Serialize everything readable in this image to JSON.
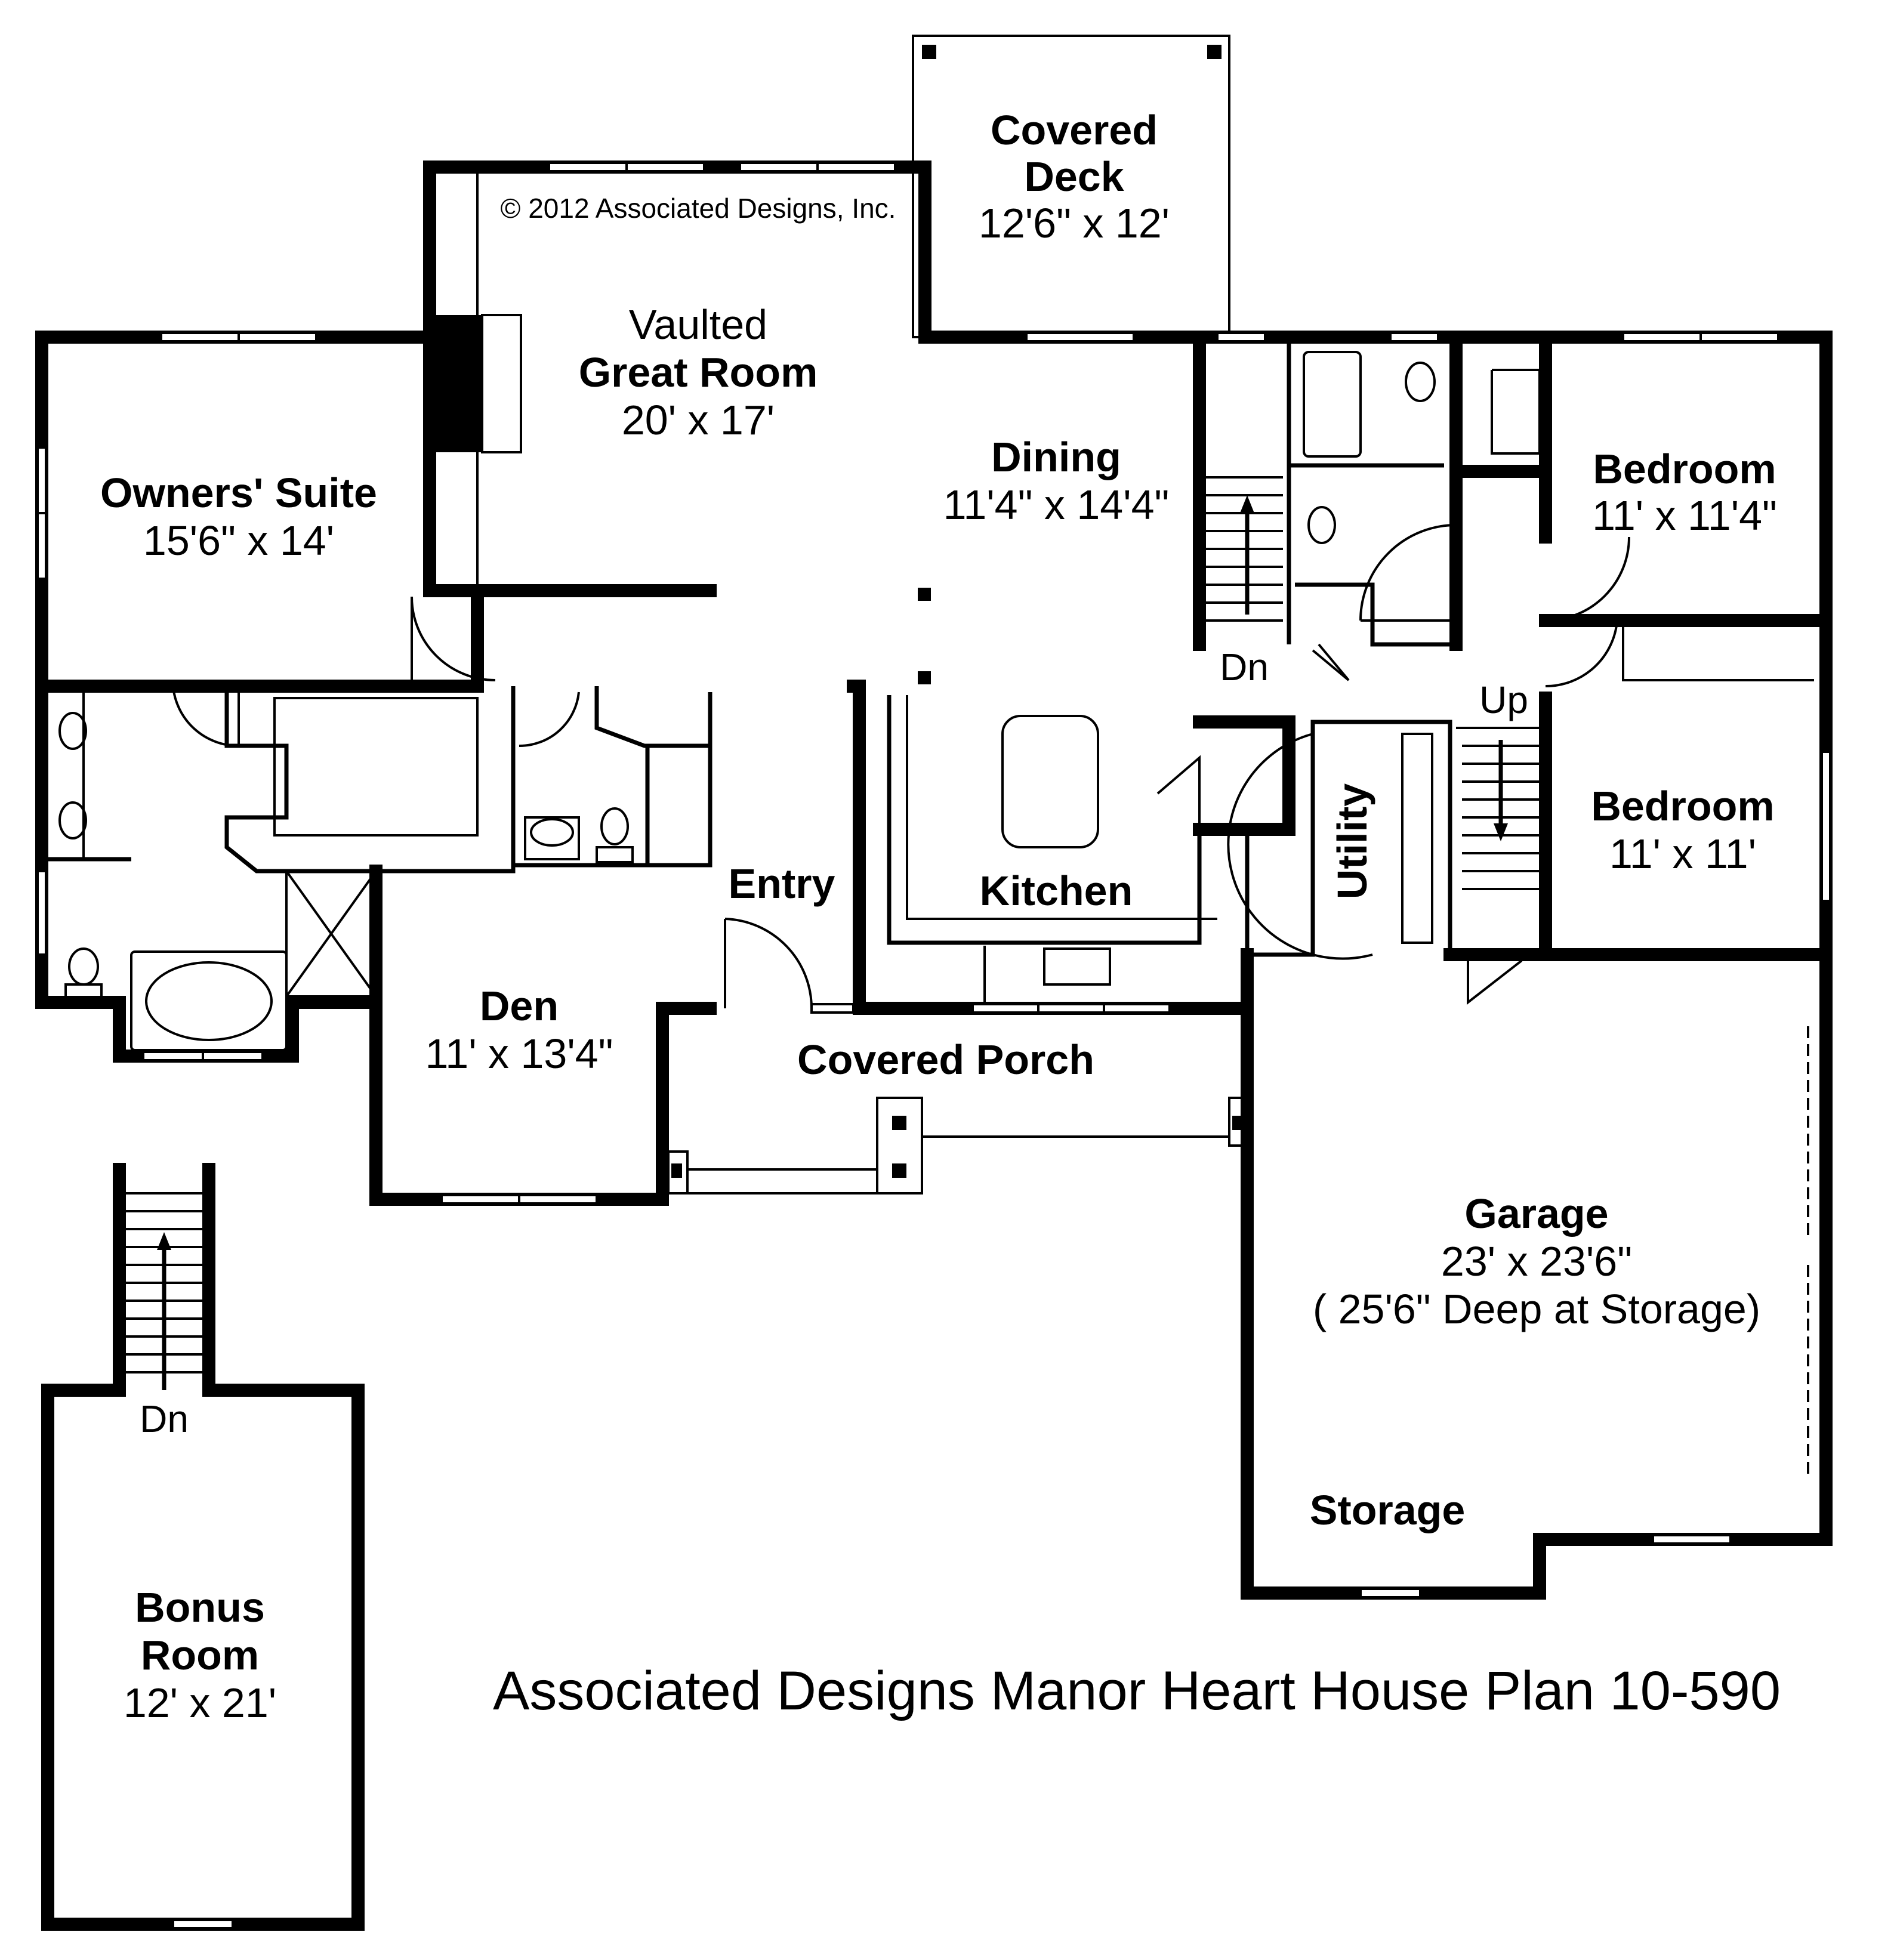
{
  "copyright": "© 2012 Associated Designs, Inc.",
  "plan_title": "Associated Designs Manor Heart House Plan 10-590",
  "rooms": {
    "covered_deck": {
      "name_line1": "Covered",
      "name_line2": "Deck",
      "size": "12'6\" x 12'"
    },
    "great_room": {
      "qualifier": "Vaulted",
      "name": "Great Room",
      "size": "20' x 17'"
    },
    "owners_suite": {
      "name": "Owners' Suite",
      "size": "15'6\" x 14'"
    },
    "dining": {
      "name": "Dining",
      "size": "11'4\" x 14'4\""
    },
    "bedroom_1": {
      "name": "Bedroom",
      "size": "11' x 11'4\""
    },
    "bedroom_2": {
      "name": "Bedroom",
      "size": "11' x 11'"
    },
    "kitchen": {
      "name": "Kitchen"
    },
    "entry": {
      "name": "Entry"
    },
    "utility": {
      "name": "Utility"
    },
    "den": {
      "name": "Den",
      "size": "11' x 13'4\""
    },
    "covered_porch": {
      "name": "Covered Porch"
    },
    "garage": {
      "name": "Garage",
      "size": "23' x 23'6\"",
      "note": "( 25'6\" Deep at Storage)"
    },
    "storage": {
      "name": "Storage"
    },
    "bonus_room": {
      "name_line1": "Bonus",
      "name_line2": "Room",
      "size": "12' x 21'"
    }
  },
  "stairs": {
    "main_down": "Dn",
    "main_up": "Up",
    "bonus_down": "Dn"
  }
}
